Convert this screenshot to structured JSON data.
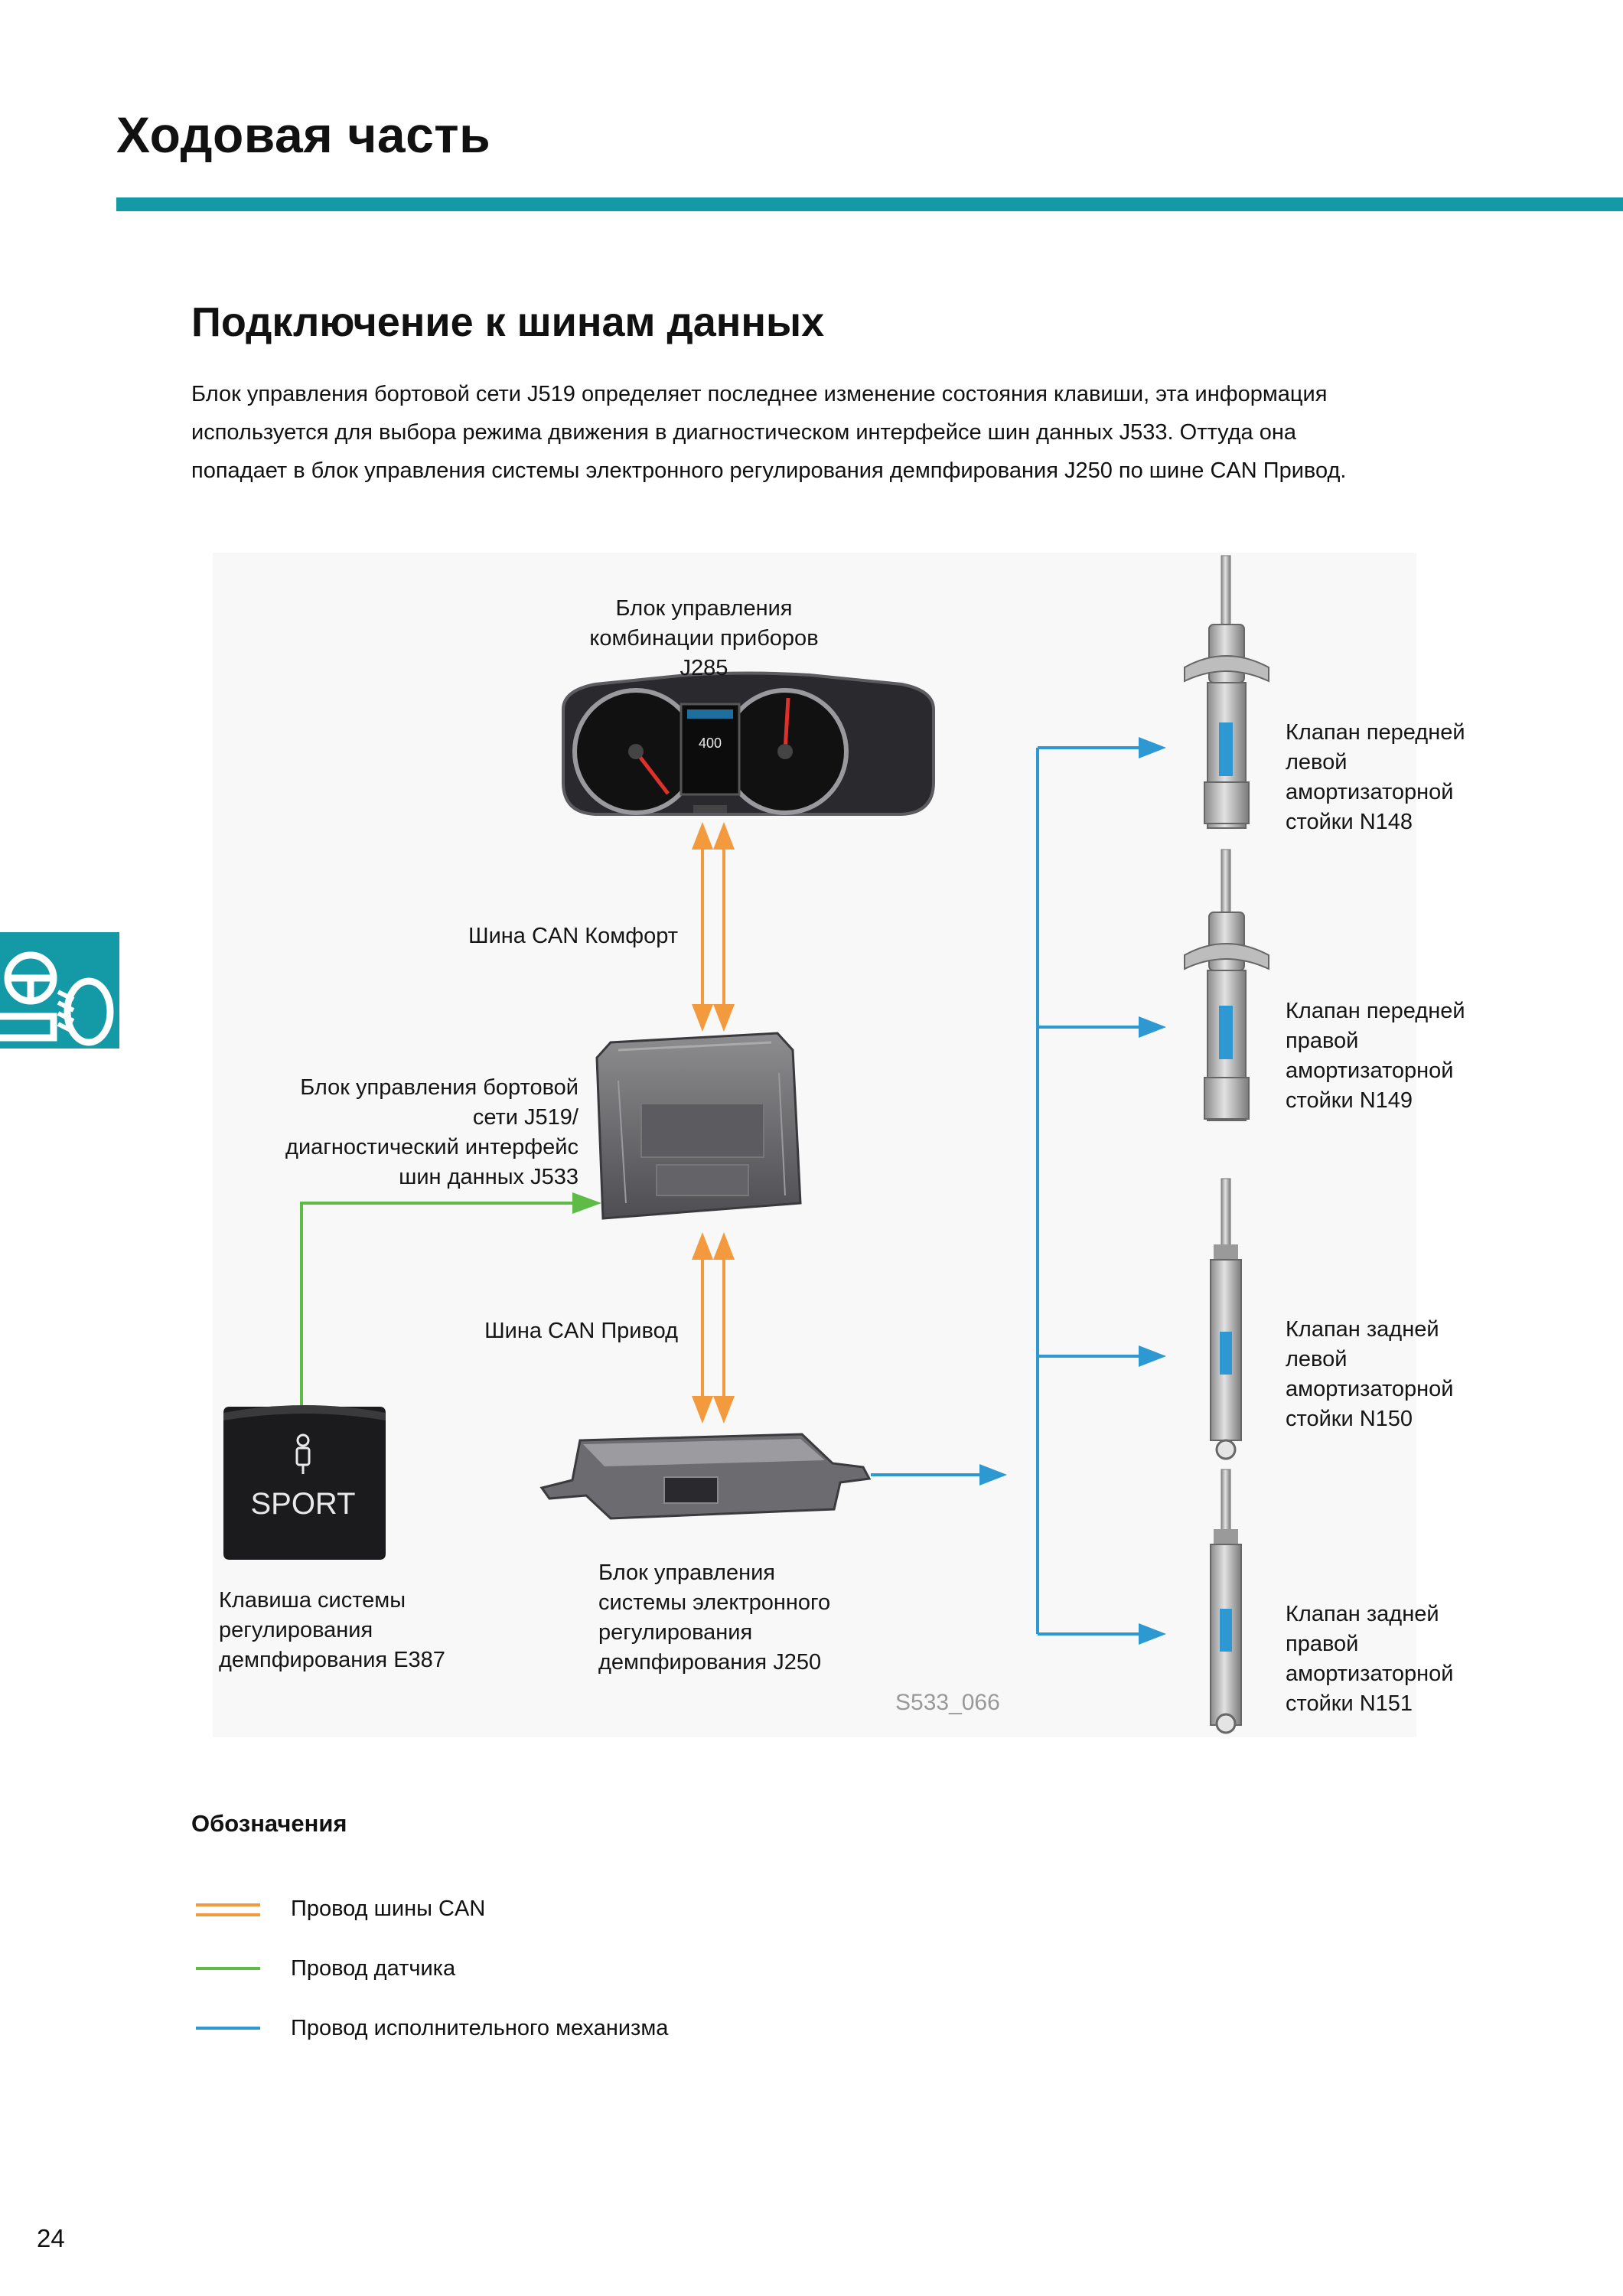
{
  "header": {
    "chapter_title": "Ходовая часть"
  },
  "section": {
    "title": "Подключение к шинам данных",
    "intro_lines": [
      "Блок управления бортовой сети J519 определяет последнее изменение состояния клавиши, эта информация",
      "используется для выбора режима движения в диагностическом интерфейсе шин данных J533. Оттуда она",
      "попадает в блок управления системы электронного регулирования демпфирования J250 по шине CAN Привод."
    ]
  },
  "side_tab": {
    "icon": "chassis-icon",
    "color": "#139aa6"
  },
  "diagram": {
    "instrument_cluster": {
      "label_lines": [
        "Блок управления",
        "комбинации приборов",
        "J285"
      ],
      "display_readout": "400"
    },
    "bcm": {
      "label_lines": [
        "Блок управления бортовой",
        "сети J519/",
        "диагностический интерфейс",
        "шин данных J533"
      ]
    },
    "damping_ecu": {
      "label_lines": [
        "Блок управления",
        "системы электронного",
        "регулирования",
        "демпфирования J250"
      ]
    },
    "sport_button": {
      "button_text": "SPORT",
      "label_lines": [
        "Клавиша системы",
        "регулирования",
        "демпфирования E387"
      ]
    },
    "can_comfort_label": "Шина CAN Комфорт",
    "can_drive_label": "Шина CAN Привод",
    "valves": [
      {
        "label_lines": [
          "Клапан передней",
          "левой",
          "амортизаторной",
          "стойки N148"
        ]
      },
      {
        "label_lines": [
          "Клапан передней",
          "правой",
          "амортизаторной",
          "стойки N149"
        ]
      },
      {
        "label_lines": [
          "Клапан задней",
          "левой",
          "амортизаторной",
          "стойки N150"
        ]
      },
      {
        "label_lines": [
          "Клапан задней",
          "правой",
          "амортизаторной",
          "стойки N151"
        ]
      }
    ],
    "figure_code": "S533_066"
  },
  "legend": {
    "title": "Обозначения",
    "items": [
      {
        "label": "Провод шины CAN",
        "color": "#f29a3d",
        "double": true
      },
      {
        "label": "Провод датчика",
        "color": "#5dbb46",
        "double": false
      },
      {
        "label": "Провод исполнительного механизма",
        "color": "#2e98d3",
        "double": false
      }
    ]
  },
  "page_number": "24"
}
